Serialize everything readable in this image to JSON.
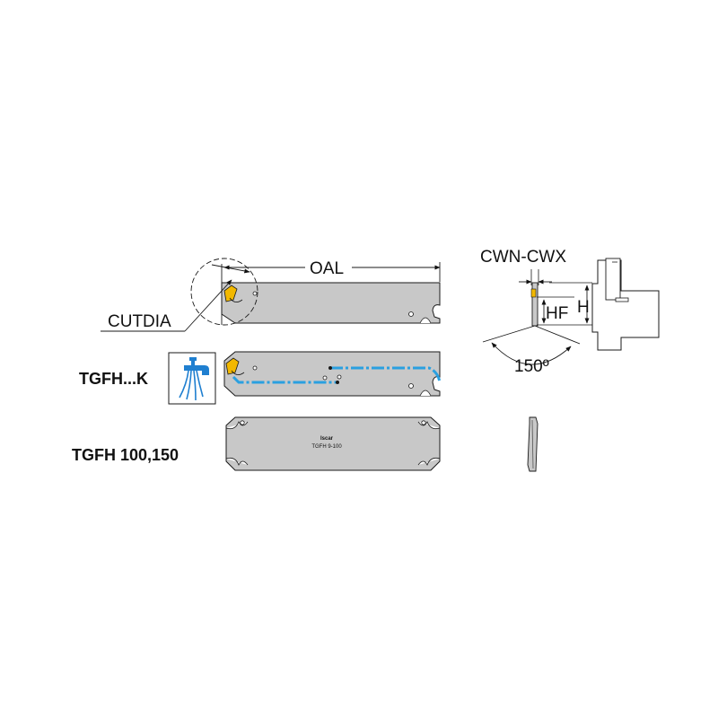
{
  "dimensions": {
    "oal": "OAL",
    "cutdia": "CUTDIA",
    "cwn_cwx": "CWN-CWX",
    "hf": "HF",
    "h": "H",
    "angle": "150º"
  },
  "variants": [
    {
      "label": "TGFH...K"
    },
    {
      "label": "TGFH 100,150"
    }
  ],
  "blade_marking": {
    "brand": "Iscar",
    "code": "TGFH 9-100"
  },
  "colors": {
    "blade_fill": "#c8c8c8",
    "insert": "#f2b800",
    "coolant": "#2aa0e0",
    "outline": "#1a1a1a"
  },
  "icons": {
    "coolant": "coolant-tap-icon"
  }
}
